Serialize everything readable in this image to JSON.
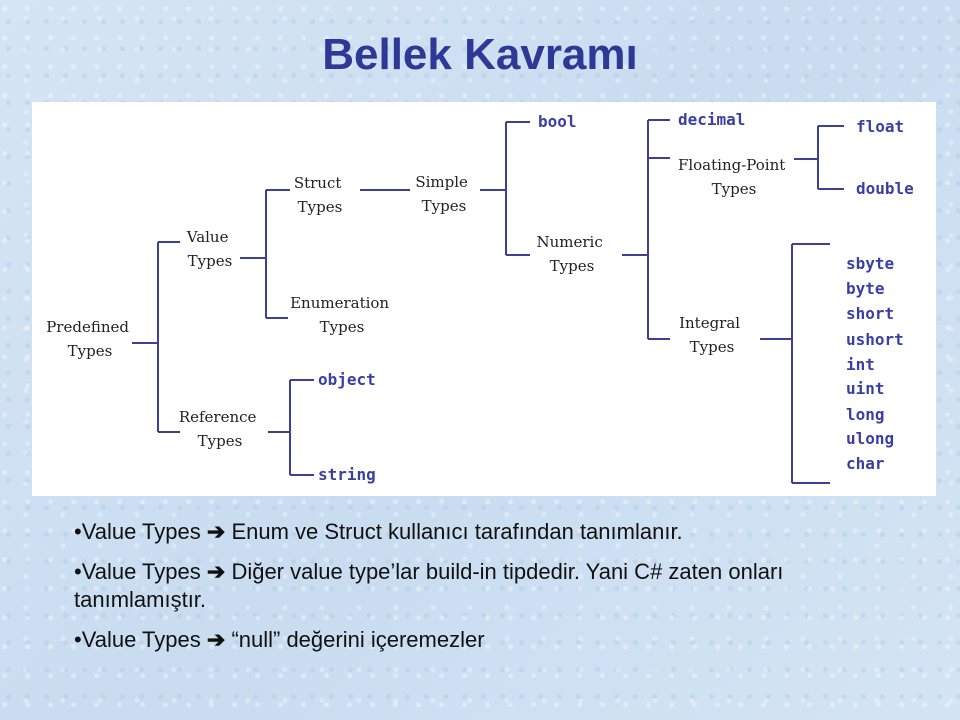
{
  "slide": {
    "title": "Bellek Kavramı"
  },
  "diagram": {
    "nodes": {
      "predefined": [
        "Predefined",
        "Types"
      ],
      "value": [
        "Value",
        "Types"
      ],
      "reference": [
        "Reference",
        "Types"
      ],
      "struct": [
        "Struct",
        "Types"
      ],
      "enumeration": [
        "Enumeration",
        "Types"
      ],
      "simple": [
        "Simple",
        "Types"
      ],
      "numeric": [
        "Numeric",
        "Types"
      ],
      "floating": [
        "Floating-Point",
        "Types"
      ],
      "integral": [
        "Integral",
        "Types"
      ]
    },
    "keywords": {
      "object": "object",
      "string": "string",
      "bool": "bool",
      "decimal": "decimal",
      "float": "float",
      "double": "double"
    },
    "integral_types": [
      "sbyte",
      "byte",
      "short",
      "ushort",
      "int",
      "uint",
      "long",
      "ulong",
      "char"
    ]
  },
  "bullets": [
    {
      "marker": "•",
      "subject": "Value Types",
      "arrow": "➔",
      "text": "Enum ve Struct kullanıcı tarafından tanımlanır."
    },
    {
      "marker": "•",
      "subject": "Value Types",
      "arrow": "➔",
      "text": "Diğer value type’lar build-in tipdedir. Yani C# zaten onları tanımlamıştır."
    },
    {
      "marker": "•",
      "subject": "Value Types",
      "arrow": "➔",
      "text": "“null” değerini içeremezler"
    }
  ]
}
